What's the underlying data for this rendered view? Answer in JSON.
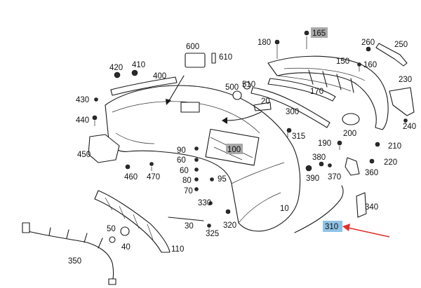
{
  "diagram": {
    "labels": {
      "l10": "10",
      "l20": "20",
      "l30": "30",
      "l40": "40",
      "l50": "50",
      "l60a": "60",
      "l60b": "60",
      "l70": "70",
      "l80": "80",
      "l90": "90",
      "l95": "95",
      "l100": "100",
      "l110": "110",
      "l150": "150",
      "l160": "160",
      "l165": "165",
      "l170": "170",
      "l180": "180",
      "l190": "190",
      "l200": "200",
      "l210": "210",
      "l220": "220",
      "l230": "230",
      "l240": "240",
      "l250": "250",
      "l260": "260",
      "l300": "300",
      "l310": "310",
      "l315": "315",
      "l320": "320",
      "l325": "325",
      "l330": "330",
      "l340": "340",
      "l350": "350",
      "l360": "360",
      "l370": "370",
      "l380": "380",
      "l390": "390",
      "l400": "400",
      "l410": "410",
      "l420": "420",
      "l430": "430",
      "l440": "440",
      "l450": "450",
      "l460": "460",
      "l470": "470",
      "l500": "500",
      "l510": "510",
      "l600": "600",
      "l610": "610"
    },
    "colors": {
      "gray_highlight": "#a9a9a9",
      "blue_highlight": "#8fc3e6",
      "arrow": "#e0312c",
      "line": "#1a1a1a"
    }
  }
}
